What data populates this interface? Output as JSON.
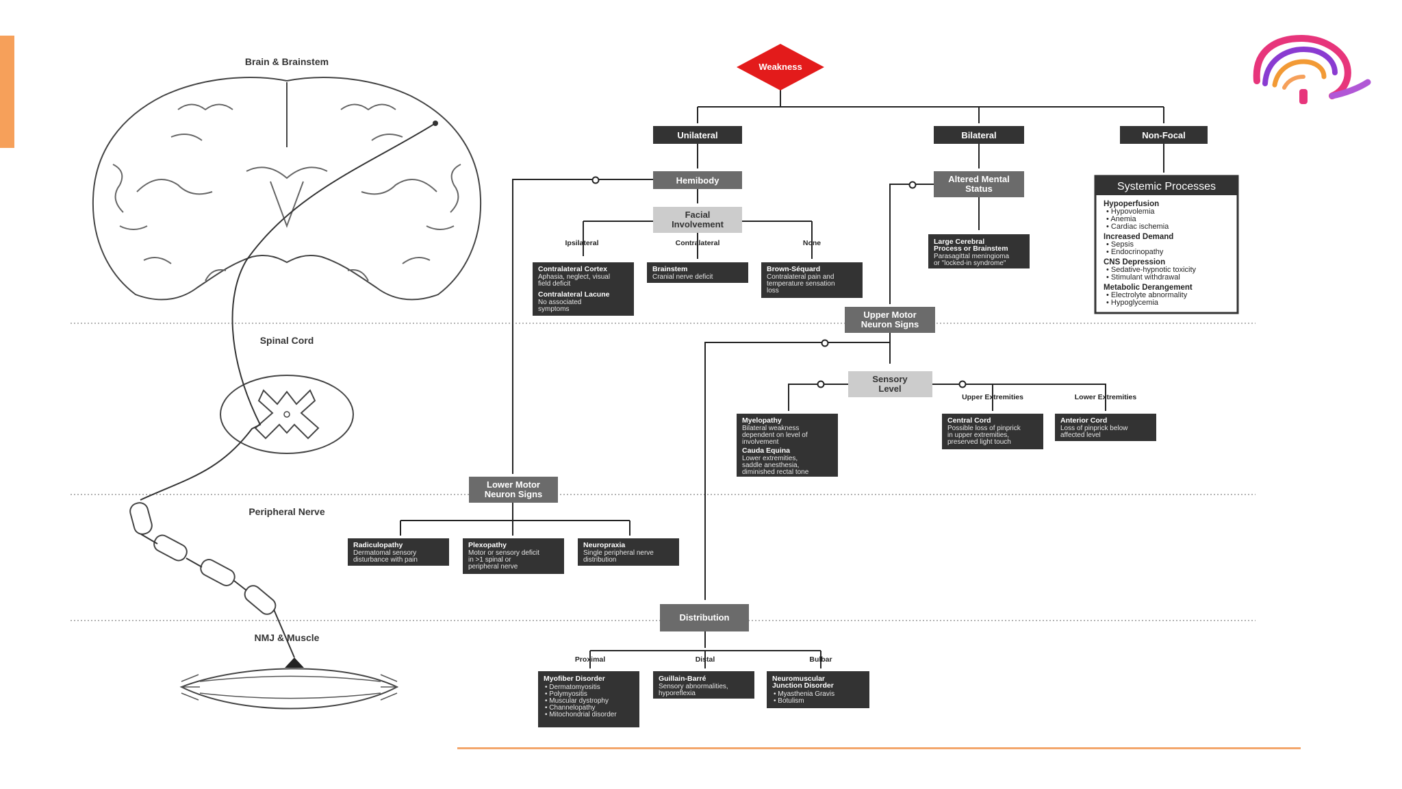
{
  "colors": {
    "accent": "#f6a05a",
    "start_node": "#e31b1b",
    "dark_node": "#333333",
    "grey_node": "#6b6b6b",
    "light_node": "#cccccc"
  },
  "logo": {
    "icon": "brain-wifi-logo-icon"
  },
  "regions": {
    "brain": "Brain & Brainstem",
    "spinal": "Spinal Cord",
    "nerve": "Peripheral Nerve",
    "nmj": "NMJ & Muscle"
  },
  "flow": {
    "start": "Weakness",
    "unilateral": "Unilateral",
    "bilateral": "Bilateral",
    "nonfocal": "Non-Focal",
    "hemibody": "Hemibody",
    "facial": [
      "Facial",
      "Involvement"
    ],
    "ams": [
      "Altered Mental",
      "Status"
    ],
    "umn": [
      "Upper Motor",
      "Neuron Signs"
    ],
    "sensory": [
      "Sensory",
      "Level"
    ],
    "lmn": [
      "Lower Motor",
      "Neuron Signs"
    ],
    "distribution": "Distribution"
  },
  "branches": {
    "ipsilateral": "Ipsilateral",
    "contralateral": "Contralateral",
    "none": "None",
    "upper_ext": "Upper Extremities",
    "lower_ext": "Lower Extremities",
    "proximal": "Proximal",
    "distal": "Distal",
    "bulbar": "Bulbar"
  },
  "boxes": {
    "ipsi": {
      "title1": "Contralateral Cortex",
      "body1": [
        "Aphasia, neglect, visual",
        "field deficit"
      ],
      "title2": "Contralateral Lacune",
      "body2": [
        "No associated",
        "symptoms"
      ]
    },
    "brainstem": {
      "title": "Brainstem",
      "body": [
        "Cranial nerve deficit"
      ]
    },
    "brown": {
      "title": "Brown-Séquard",
      "body": [
        "Contralateral pain and",
        "temperature sensation",
        "loss"
      ]
    },
    "large": {
      "title": [
        "Large Cerebral",
        "Process or Brainstem"
      ],
      "body": [
        "Parasagittal meningioma",
        "or \"locked-in syndrome\""
      ]
    },
    "systemic": {
      "title": "Systemic Processes",
      "groups": [
        {
          "heading": "Hypoperfusion",
          "items": [
            "Hypovolemia",
            "Anemia",
            "Cardiac ischemia"
          ]
        },
        {
          "heading": "Increased Demand",
          "items": [
            "Sepsis",
            "Endocrinopathy"
          ]
        },
        {
          "heading": "CNS Depression",
          "items": [
            "Sedative-hypnotic toxicity",
            "Stimulant withdrawal"
          ]
        },
        {
          "heading": "Metabolic Derangement",
          "items": [
            "Electrolyte abnormality",
            "Hypoglycemia"
          ]
        }
      ]
    },
    "myelo": {
      "title1": "Myelopathy",
      "body1": [
        "Bilateral weakness",
        "dependent on level of",
        "involvement"
      ],
      "title2": "Cauda Equina",
      "body2": [
        "Lower extremities,",
        "saddle anesthesia,",
        "diminished rectal tone"
      ]
    },
    "central": {
      "title": "Central Cord",
      "body": [
        "Possible loss of pinprick",
        "in upper extremities,",
        "preserved light touch"
      ]
    },
    "anterior": {
      "title": "Anterior Cord",
      "body": [
        "Loss of pinprick below",
        "affected level"
      ]
    },
    "radiculo": {
      "title": "Radiculopathy",
      "body": [
        "Dermatomal sensory",
        "disturbance with pain"
      ]
    },
    "plexo": {
      "title": "Plexopathy",
      "body": [
        "Motor or sensory deficit",
        "in >1 spinal or",
        "peripheral nerve"
      ]
    },
    "neuro": {
      "title": "Neuropraxia",
      "body": [
        "Single peripheral nerve",
        "distribution"
      ]
    },
    "myofiber": {
      "title": "Myofiber Disorder",
      "items": [
        "Dermatomyositis",
        "Polymyositis",
        "Muscular dystrophy",
        "Channelopathy",
        "Mitochondrial disorder"
      ]
    },
    "guillain": {
      "title": "Guillain-Barré",
      "body": [
        "Sensory abnormalities,",
        "hyporeflexia"
      ]
    },
    "nmj": {
      "title": [
        "Neuromuscular",
        "Junction Disorder"
      ],
      "items": [
        "Myasthenia Gravis",
        "Botulism"
      ]
    }
  }
}
